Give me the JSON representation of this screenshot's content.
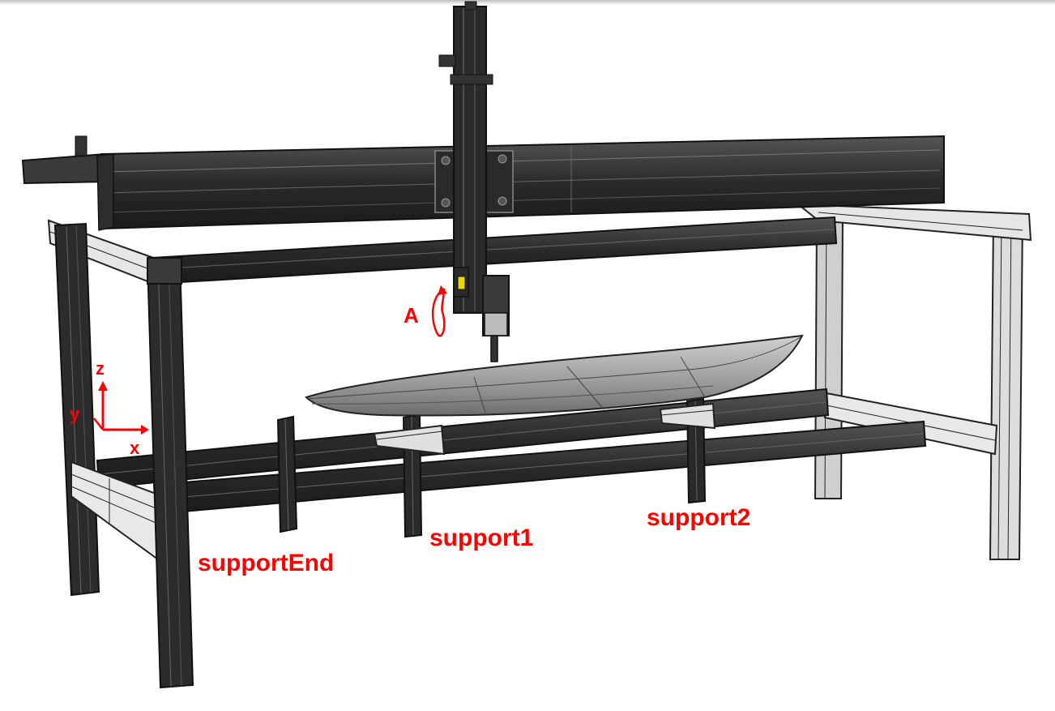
{
  "labels": {
    "axis_z": "z",
    "axis_y": "y",
    "axis_x": "x",
    "rotation_a": "A",
    "support_end": "supportEnd",
    "support_1": "support1",
    "support_2": "support2"
  },
  "colors": {
    "annotation": "#ff0000",
    "frame_dark": "#2a2a2a",
    "frame_edge": "#ffffff",
    "frame_light": "#e6e6e6",
    "board": "#9a9a9a",
    "spindle_accent": "#e8d800"
  }
}
